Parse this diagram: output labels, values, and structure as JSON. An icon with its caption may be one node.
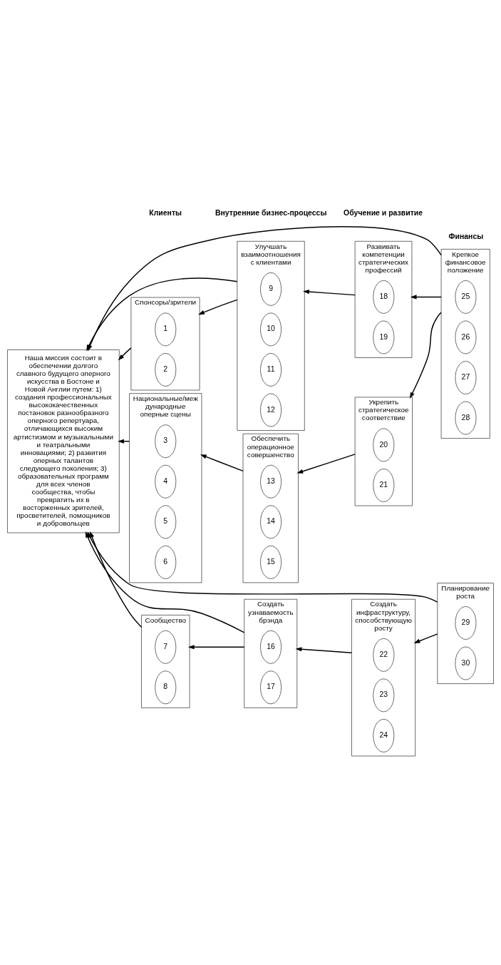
{
  "diagram": {
    "nodes": [
      {
        "text": [
          "Наша миссия состоит в обеспечении долгого славного будущего оперного искусства в Бостоне и Новой Англии путем: 1) создания профессиональных высококачественных постановок разнообразного оперного репертуара, отличающихся высоким артистизмом и музыкальными и театральными инновациями; 2) развития оперных талантов следующего поколения; 3) образовательных программ для всех членов сообщества, чтобы превратить их в восторженных зрителей, просветителей, помощников и добровольцев"
        ]
      },
      {
        "text": [
          "Спонсоры/зрители"
        ]
      },
      {
        "text": [
          "1"
        ],
        "in": 1
      },
      {
        "text": [
          "2"
        ],
        "in": 1
      },
      {
        "text": [
          "Национальные/международные оперные сцены"
        ]
      },
      {
        "text": [
          "3"
        ],
        "in": 4
      },
      {
        "text": [
          "4"
        ],
        "in": 4
      },
      {
        "text": [
          "5"
        ],
        "in": 4
      },
      {
        "text": [
          "6"
        ],
        "in": 4
      },
      {
        "text": [
          "Сообщество"
        ]
      },
      {
        "text": [
          "7"
        ],
        "in": 9
      },
      {
        "text": [
          "8"
        ],
        "in": 9
      },
      {
        "text": [
          "Улучшать взаимоотношения с клиентами"
        ]
      },
      {
        "text": [
          "9"
        ],
        "in": 12
      },
      {
        "text": [
          "10"
        ],
        "in": 12
      },
      {
        "text": [
          "11"
        ],
        "in": 12
      },
      {
        "text": [
          "12"
        ],
        "in": 12
      },
      {
        "text": [
          "Обеспечить операционное совершенство"
        ]
      },
      {
        "text": [
          "13"
        ],
        "in": 17
      },
      {
        "text": [
          "14"
        ],
        "in": 17
      },
      {
        "text": [
          "15"
        ],
        "in": 17
      },
      {
        "text": [
          "Создать узнаваемость брэнда"
        ]
      },
      {
        "text": [
          "16"
        ],
        "in": 21
      },
      {
        "text": [
          "17"
        ],
        "in": 21
      },
      {
        "text": [
          "Развивать компетенции стратегических профессий"
        ]
      },
      {
        "text": [
          "18"
        ],
        "in": 24
      },
      {
        "text": [
          "19"
        ],
        "in": 24
      },
      {
        "text": [
          "Укрепить стратегическое соответствие"
        ]
      },
      {
        "text": [
          "20"
        ],
        "in": 27
      },
      {
        "text": [
          "21"
        ],
        "in": 27
      },
      {
        "text": [
          "Создать инфраструктуру, способствующую росту"
        ]
      },
      {
        "text": [
          "22"
        ],
        "in": 30
      },
      {
        "text": [
          "23"
        ],
        "in": 30
      },
      {
        "text": [
          "24"
        ],
        "in": 30
      },
      {
        "text": [
          "Крепкое финансовое положение"
        ]
      },
      {
        "text": [
          "25"
        ],
        "in": 34
      },
      {
        "text": [
          "26"
        ],
        "in": 34
      },
      {
        "text": [
          "27"
        ],
        "in": 34
      },
      {
        "text": [
          "28"
        ],
        "in": 34
      },
      {
        "text": [
          "Планирование роста"
        ]
      },
      {
        "text": [
          "29"
        ],
        "in": 39
      },
      {
        "text": [
          "30"
        ],
        "in": 39
      }
    ],
    "edges": [
      {
        "from": 1,
        "to": 0,
        "arrow": "to"
      },
      {
        "from": 4,
        "to": 0,
        "arrow": "to"
      },
      {
        "from": 9,
        "to": 0,
        "arrow": "to"
      },
      {
        "from": 12,
        "to": 1,
        "arrow": "to"
      },
      {
        "from": 17,
        "to": 4,
        "arrow": "to"
      },
      {
        "from": 21,
        "to": 9,
        "arrow": "to"
      },
      {
        "from": 24,
        "to": 12,
        "arrow": "to"
      },
      {
        "from": 27,
        "to": 17,
        "arrow": "to"
      },
      {
        "from": 30,
        "to": 21,
        "arrow": "to"
      },
      {
        "from": 34,
        "to": 24,
        "arrow": "to"
      },
      {
        "from": 34,
        "to": 27,
        "arrow": "to"
      },
      {
        "from": 39,
        "to": 30,
        "arrow": "to"
      },
      {
        "from": 12,
        "to": 0,
        "arrow": "to"
      },
      {
        "from": 21,
        "to": 0,
        "arrow": "to"
      },
      {
        "from": 34,
        "to": 0,
        "arrow": "to"
      },
      {
        "from": 39,
        "to": 0,
        "arrow": "to"
      }
    ],
    "labels": [
      "Клиенты",
      "Внутренние бизнес-процессы",
      "Обучение и развитие",
      "Финансы"
    ]
  }
}
